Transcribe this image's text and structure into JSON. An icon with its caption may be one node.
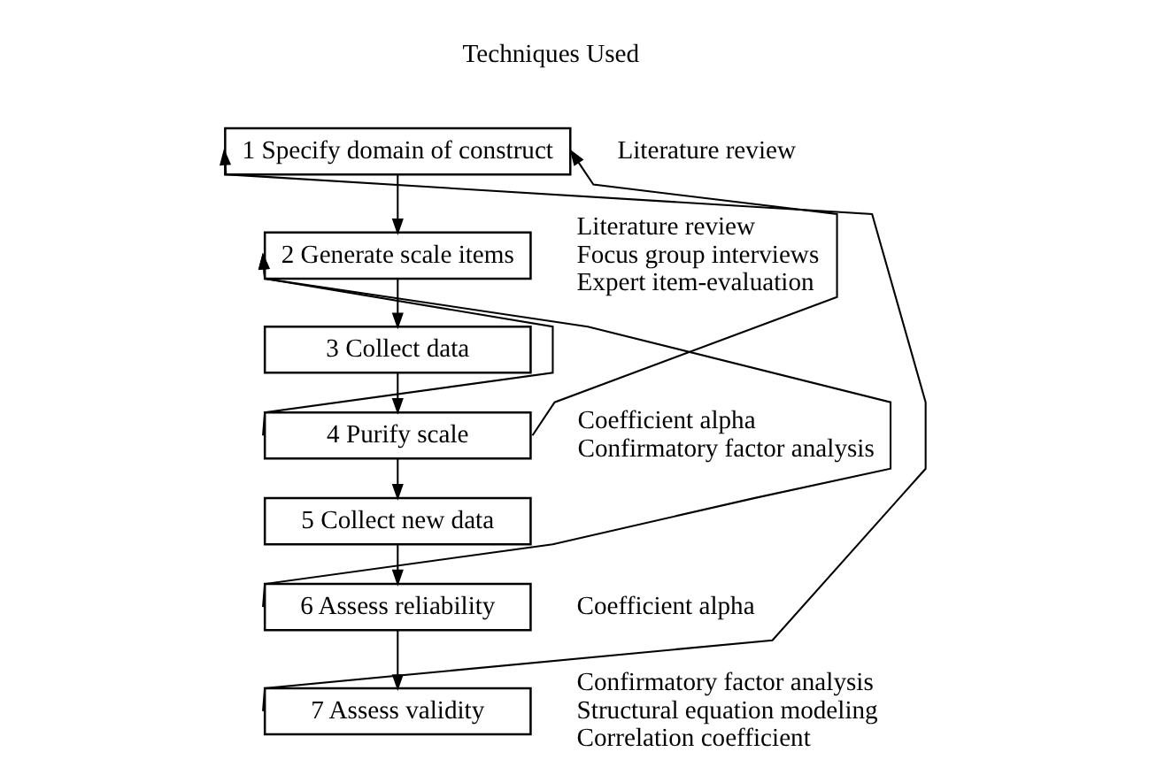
{
  "diagram": {
    "nodes": [
      {
        "text": [
          "1 Specify domain of construct"
        ],
        "beside": [
          "Literature review"
        ]
      },
      {
        "text": [
          "2 Generate scale items"
        ],
        "beside": [
          "Literature review",
          "Focus group interviews",
          "Expert item-evaluation"
        ]
      },
      {
        "text": [
          "3 Collect data"
        ]
      },
      {
        "text": [
          "4 Purify scale"
        ],
        "beside": [
          "Coefficient alpha",
          "Confirmatory factor analysis"
        ]
      },
      {
        "text": [
          "5 Collect new data"
        ]
      },
      {
        "text": [
          "6 Assess reliability"
        ],
        "beside": [
          "Coefficient alpha"
        ]
      },
      {
        "text": [
          "7 Assess validity"
        ],
        "beside": [
          "Confirmatory factor analysis",
          "Structural equation modeling",
          "Correlation coefficient"
        ]
      }
    ],
    "edges": [
      {
        "from": 0,
        "to": 1,
        "arrow": "to"
      },
      {
        "from": 1,
        "to": 2,
        "arrow": "to"
      },
      {
        "from": 2,
        "to": 3,
        "arrow": "to"
      },
      {
        "from": 3,
        "to": 4,
        "arrow": "to"
      },
      {
        "from": 4,
        "to": 5,
        "arrow": "to"
      },
      {
        "from": 5,
        "to": 6,
        "arrow": "to"
      },
      {
        "from": 3,
        "to": 0,
        "arrow": "to"
      },
      {
        "from": 3,
        "to": 1,
        "arrow": "to"
      },
      {
        "from": 5,
        "to": 1,
        "arrow": "to"
      },
      {
        "from": 6,
        "to": 0,
        "arrow": "to"
      }
    ],
    "labels": [
      "Techniques Used"
    ]
  }
}
